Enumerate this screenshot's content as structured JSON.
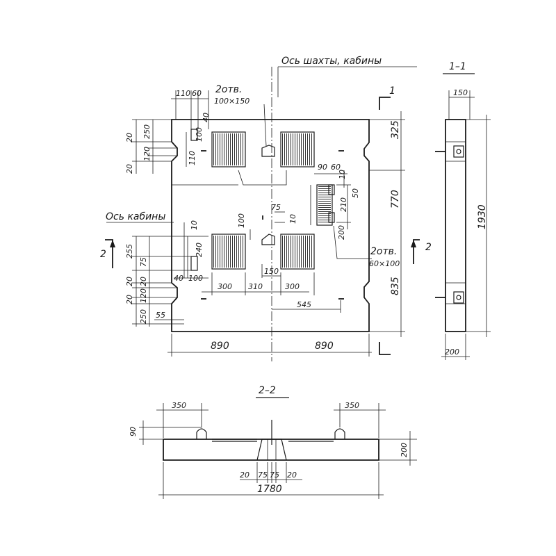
{
  "labels": {
    "shaft_axis": "Ось шахты, кабины",
    "cabin_axis": "Ось кабины",
    "holes_top": "2отв.",
    "holes_top_size": "100×150",
    "holes_right": "2отв.",
    "holes_right_size": "60×100",
    "section_1_1": "1–1",
    "section_2_2": "2–2",
    "cut_1": "1",
    "cut_2_left": "2",
    "cut_2_right": "2"
  },
  "dims": {
    "top_110": "110",
    "top_60": "60",
    "top_100": "100",
    "top_40": "40",
    "left_20": "20",
    "left_250": "250",
    "left_20b": "20",
    "left_120": "120",
    "left_110": "110",
    "r_90": "90",
    "r_60": "60",
    "r_10": "10",
    "r_210": "210",
    "r_50": "50",
    "r_200": "200",
    "r_10b": "10",
    "c_75": "75",
    "c_100": "100",
    "c_10": "10",
    "l_255": "255",
    "l_75": "75",
    "l_240": "240",
    "l_40": "40",
    "l_100": "100",
    "l_20a": "20",
    "l_20b": "20",
    "l_20c": "20",
    "l_120": "120",
    "l_250": "250",
    "l_55": "55",
    "b_300a": "300",
    "b_310": "310",
    "b_300b": "300",
    "b_150": "150",
    "b_545": "545",
    "h_325": "325",
    "h_770": "770",
    "h_835": "835",
    "w_890a": "890",
    "w_890b": "890",
    "s1_150": "150",
    "s1_1930": "1930",
    "s1_200": "200",
    "s2_350a": "350",
    "s2_350b": "350",
    "s2_90": "90",
    "s2_200": "200",
    "s2_20a": "20",
    "s2_75a": "75",
    "s2_75b": "75",
    "s2_20b": "20",
    "s2_1780": "1780"
  }
}
